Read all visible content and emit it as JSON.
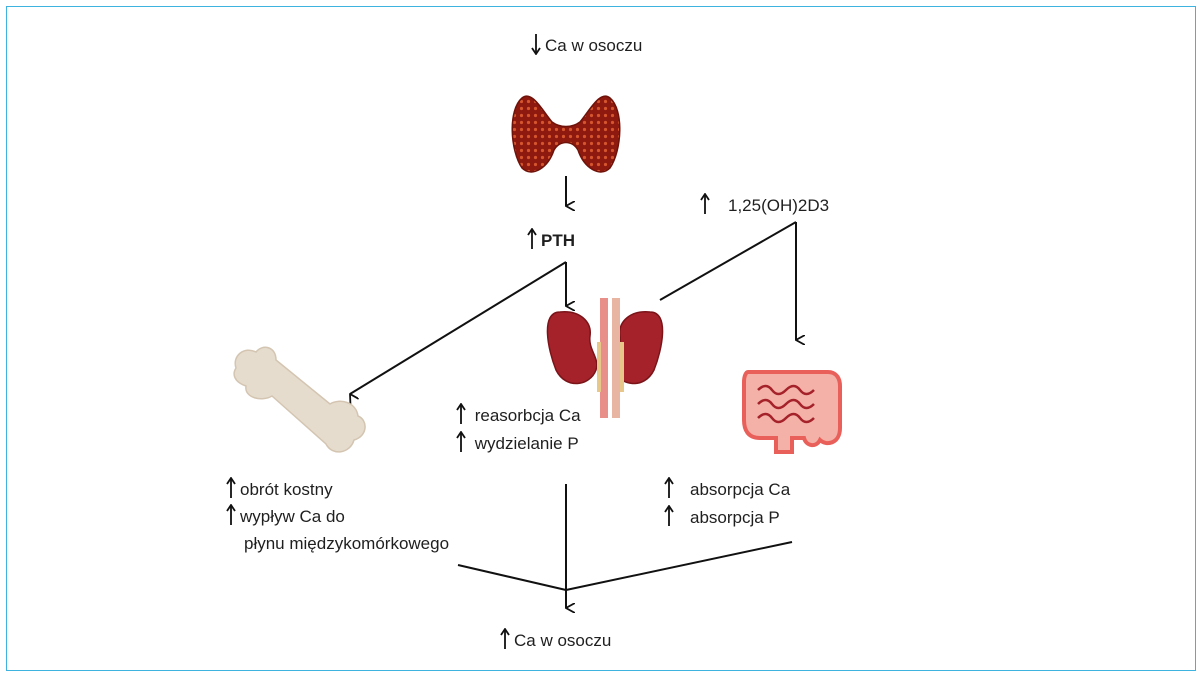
{
  "top_label": "Ca w osoczu",
  "pth_label": "PTH",
  "vitd_label": "1,25(OH)2D3",
  "kidney_effects": [
    "reasorbcja Ca",
    "wydzielanie P"
  ],
  "bone_effects": [
    "obrót kostny",
    "wypływ Ca do",
    "płynu międzykomórkowego"
  ],
  "intestine_effects": [
    "absorpcja Ca",
    "absorpcja P"
  ],
  "bottom_label": "Ca w osoczu",
  "icons": {
    "thyroid": "thyroid-gland-icon",
    "kidney": "kidneys-icon",
    "bone": "bone-icon",
    "intestine": "intestine-icon"
  },
  "colors": {
    "border": "#3fb3e0",
    "thyroid": "#9e1f12",
    "kidney": "#a5222a",
    "bone": "#e6dccd",
    "intestine": "#e9605a"
  }
}
